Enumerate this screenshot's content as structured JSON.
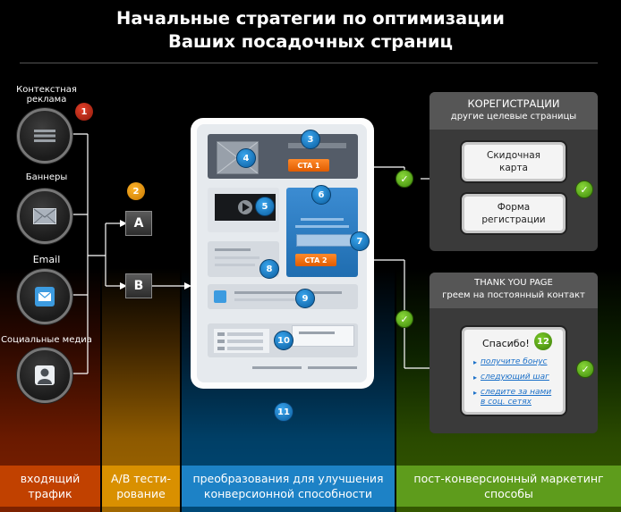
{
  "title": {
    "line1": "Начальные стратегии по оптимизации",
    "line2": "Ваших посадочных страниц"
  },
  "sources": [
    {
      "label": "Контекстная реклама",
      "icon": "text-ad-icon"
    },
    {
      "label": "Баннеры",
      "icon": "envelope-banner-icon"
    },
    {
      "label": "Email",
      "icon": "email-icon"
    },
    {
      "label": "Социальные медиа",
      "icon": "person-icon"
    }
  ],
  "ab_test": {
    "a": "A",
    "b": "B"
  },
  "badges": {
    "b1": "1",
    "b2": "2",
    "b3": "3",
    "b4": "4",
    "b5": "5",
    "b6": "6",
    "b7": "7",
    "b8": "8",
    "b9": "9",
    "b10": "10",
    "b11": "11",
    "b12": "12"
  },
  "page": {
    "cta1": "CTA 1",
    "cta2": "CTA 2"
  },
  "coreg": {
    "title": "КОРЕГИСТРАЦИИ",
    "subtitle": "другие целевые страницы",
    "card1_line1": "Скидочная",
    "card1_line2": "карта",
    "card2_line1": "Форма",
    "card2_line2": "регистрации"
  },
  "thankyou": {
    "title": "THANK YOU PAGE",
    "subtitle": "греем на постоянный контакт",
    "card_title": "Спасибо!",
    "link1": "получите бонус",
    "link2": "следующий шаг",
    "link3_line1": "следите за нами",
    "link3_line2": "в соц. сетях"
  },
  "bands": {
    "red_line1": "входящий",
    "red_line2": "трафик",
    "orange_line1": "A/B тести-",
    "orange_line2": "рование",
    "blue_line1": "преобразования для улучшения",
    "blue_line2": "конверсионной способности",
    "green_line1": "пост-конверсионный маркетинг",
    "green_line2": "способы"
  },
  "colors": {
    "traffic": "#c14100",
    "ab": "#d99000",
    "conversion": "#1d82c6",
    "post": "#5e9c1c",
    "cta": "#ff7a14"
  }
}
